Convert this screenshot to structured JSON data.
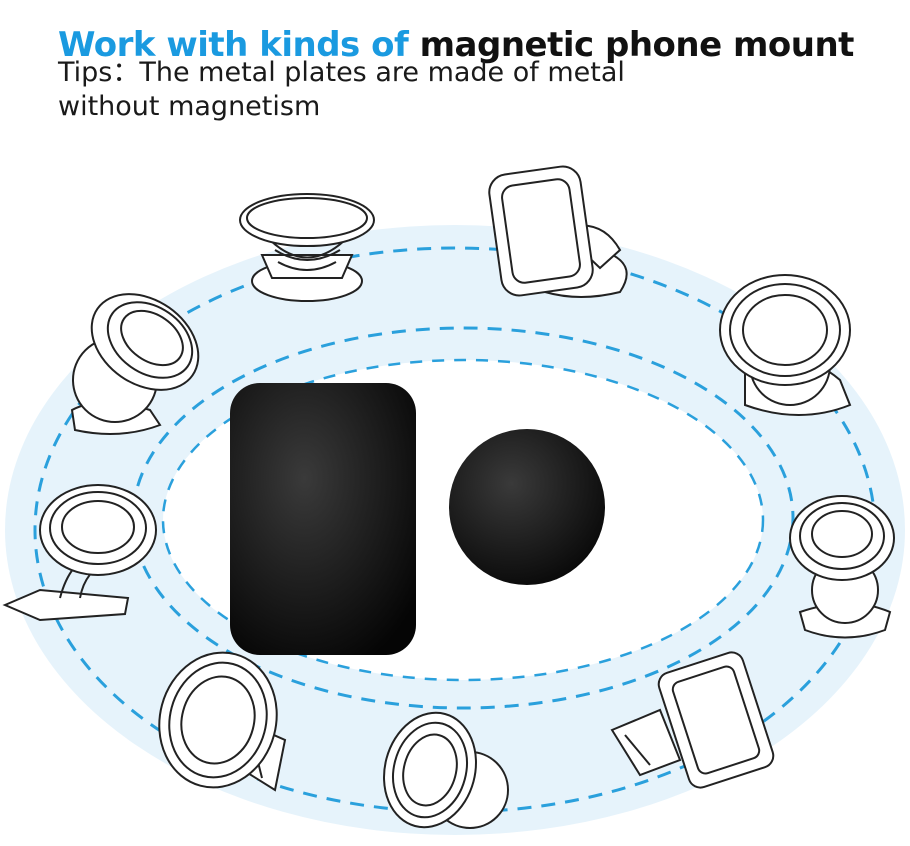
{
  "headline": {
    "blue_part": "Work with kinds of",
    "dark_part": "magnetic phone mount"
  },
  "tips": {
    "line1": "Tips：The metal plates are made of metal",
    "line2": "without magnetism"
  },
  "colors": {
    "headline_blue": "#1a9ae0",
    "ring_fill": "#e6f3fb",
    "ring_dash": "#2aa0dc",
    "plate": "#111111"
  }
}
